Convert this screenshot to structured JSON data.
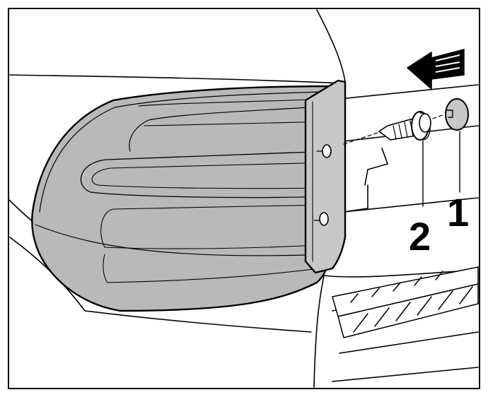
{
  "diagram": {
    "callouts": [
      {
        "id": "1",
        "label": "1",
        "part": "cover cap"
      },
      {
        "id": "2",
        "label": "2",
        "part": "screw"
      }
    ],
    "colors": {
      "lamp_fill": "#b9b9b9",
      "cover_fill": "#c8c8c8",
      "line": "#000000",
      "background": "#ffffff"
    },
    "icons": {
      "arrow": "arrow-left-icon"
    }
  }
}
